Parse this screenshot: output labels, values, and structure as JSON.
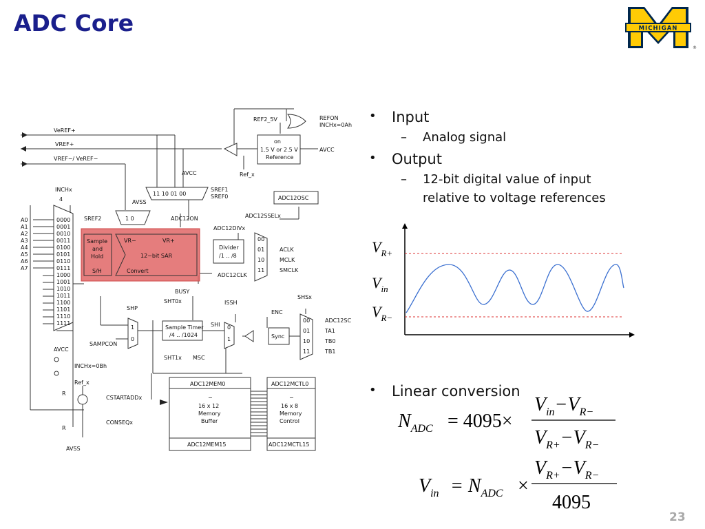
{
  "slide": {
    "title": "ADC Core",
    "page_number": "23",
    "logo": {
      "text": "MICHIGAN",
      "trademark": "®",
      "maize": "#ffcb05",
      "blue": "#00274c"
    }
  },
  "bullets": {
    "input": {
      "label": "Input",
      "sub": "Analog signal"
    },
    "output": {
      "label": "Output",
      "sub": "12-bit digital value of input relative to voltage references"
    },
    "linear": "Linear conversion"
  },
  "waveform": {
    "vr_plus": "V",
    "vr_plus_sub": "R+",
    "vin": "V",
    "vin_sub": "in",
    "vr_minus": "V",
    "vr_minus_sub": "R−"
  },
  "equations": {
    "eq1": {
      "lhs": "N",
      "lhs_sub": "ADC",
      "coef": "= 4095×",
      "num": "V",
      "num_sub": "in",
      "num2": "−V",
      "num2_sub": "R−",
      "den": "V",
      "den_sub": "R+",
      "den2": "−V",
      "den2_sub": "R−"
    },
    "eq2": {
      "lhs": "V",
      "lhs_sub": "in",
      "mid": "= N",
      "mid_sub": "ADC",
      "times": "×",
      "num": "V",
      "num_sub": "R+",
      "num2": "−V",
      "num2_sub": "R−",
      "den": "4095"
    }
  },
  "diagram": {
    "accent": "#e06666",
    "labels": {
      "verefp": "VeREF+",
      "vrefp": "VREF+",
      "vrefm": "VREF−/ VeREF−",
      "ref2_5v": "REF2_5V",
      "refon": "REFON",
      "inchx0a": "INCHx=0Ah",
      "ref_on": "on",
      "ref_sel": "1.5 V or 2.5 V",
      "ref_name": "Reference",
      "avcc_top": "AVCC",
      "ref_x": "Ref_x",
      "avcc_mux": "AVCC",
      "mux_vals": "11  10  01  00",
      "sref1": "SREF1",
      "sref0": "SREF0",
      "inchx": "INCHx",
      "four": "4",
      "avss": "AVSS",
      "sref2": "SREF2",
      "mux2_vals": "1    0",
      "adc12on": "ADC12ON",
      "adc12osc": "ADC12OSC",
      "adc12sselx": "ADC12SSELx",
      "adc12divx": "ADC12DIVx",
      "divider": "Divider",
      "div_range": "/1 .. /8",
      "sample": "Sample",
      "and": "and",
      "hold": "Hold",
      "sh": "S/H",
      "vrm": "VR−",
      "vrp": "VR+",
      "sar": "12−bit SAR",
      "convert": "Convert",
      "busy": "BUSY",
      "adc12clk": "ADC12CLK",
      "aclk": "ACLK",
      "mclk": "MCLK",
      "smclk": "SMCLK",
      "s00": "00",
      "s01": "01",
      "s10": "10",
      "s11": "11",
      "shp": "SHP",
      "sht0x": "SHT0x",
      "sample_timer": "Sample Timer",
      "timer_range": "/4 .. /1024",
      "sht1x": "SHT1x",
      "msc": "MSC",
      "issh": "ISSH",
      "enc": "ENC",
      "sync": "Sync",
      "shi": "SHI",
      "shsx": "SHSx",
      "adc12sc": "ADC12SC",
      "ta1": "TA1",
      "tb0": "TB0",
      "tb1": "TB1",
      "sampcon": "SAMPCON",
      "inchx0bh": "INCHx=0Bh",
      "r": "R",
      "cstartaddx": "CSTARTADDx",
      "conseqx": "CONSEQx",
      "mem0": "ADC12MEM0",
      "mem_size": "16 x 12",
      "mem_memory": "Memory",
      "mem_buffer": "Buffer",
      "mem15": "ADC12MEM15",
      "mctl0": "ADC12MCTL0",
      "ctl_size": "16 x 8",
      "ctl_memory": "Memory",
      "ctl_control": "Control",
      "mctl15": "ADC12MCTL15",
      "dash": "−",
      "mux_in": "1",
      "mux_in2": "0",
      "issh1": "1",
      "issh0": "0"
    },
    "channels": [
      "A0",
      "A1",
      "A2",
      "A3",
      "A4",
      "A5",
      "A6",
      "A7"
    ],
    "codes": [
      "0000",
      "0001",
      "0010",
      "0011",
      "0100",
      "0101",
      "0110",
      "0111",
      "1000",
      "1001",
      "1010",
      "1011",
      "1100",
      "1101",
      "1110",
      "1111"
    ]
  }
}
